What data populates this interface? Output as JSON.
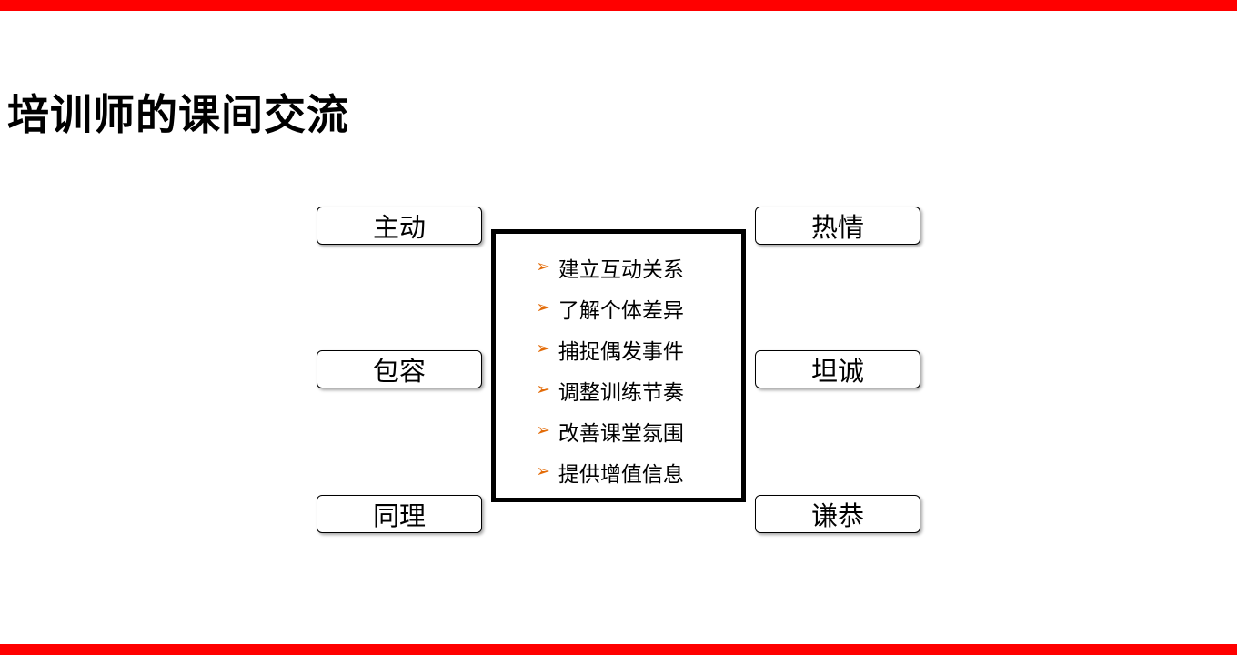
{
  "page": {
    "title": "培训师的课间交流",
    "accent_color": "#ff0000"
  },
  "left_boxes": [
    {
      "label": "主动"
    },
    {
      "label": "包容"
    },
    {
      "label": "同理"
    }
  ],
  "right_boxes": [
    {
      "label": "热情"
    },
    {
      "label": "坦诚"
    },
    {
      "label": "谦恭"
    }
  ],
  "center_list": {
    "bullet": "➢",
    "bullet_color": "#E36C09",
    "items": [
      "建立互动关系",
      "了解个体差异",
      "捕捉偶发事件",
      "调整训练节奏",
      "改善课堂氛围",
      "提供增值信息"
    ]
  }
}
